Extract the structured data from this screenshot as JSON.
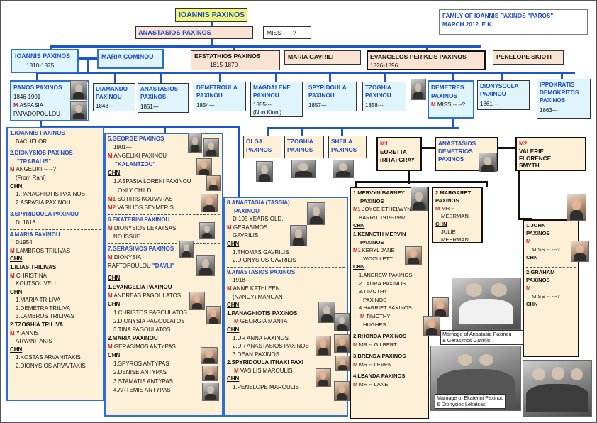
{
  "header": {
    "title_lines": [
      "FAMILY OF IOANNIS PAXINOS \"PAROS\".",
      "MARCH 2012. E.K."
    ]
  },
  "gen1": {
    "root": "IOANNIS PAXINOS",
    "anastasios": "ANASTASIOS PAXINOS",
    "anastasios_spouse": "MISS -- --?"
  },
  "gen2": {
    "ioannis": {
      "name": "IOANNIS PAXINOS",
      "years": "1810-1875"
    },
    "ioannis_spouse": "MARIA COMINOU",
    "efstathios": {
      "name": "EFSTATHIOS PAXINOS",
      "years": "1815-1870"
    },
    "efstathios_spouse": "MARIA GAVRILI",
    "evangelos": {
      "name": "EVANGELOS PERIKLIS  PAXINOS",
      "years": "1826-1896"
    },
    "evangelos_spouse": "PENELOPE SKIOTI"
  },
  "gen3": {
    "panos": {
      "name": "PANOS PAXINOS",
      "years": "1846-1901",
      "m": "M",
      "spouse_1": "ASPASIA",
      "spouse_2": "PAPADOPOULOU"
    },
    "diamando": {
      "name_1": "DIAMANDO",
      "name_2": "PAXINOU",
      "years": "1848---"
    },
    "anastasios": {
      "name_1": "ANASTASIOS",
      "name_2": "PAXINOS",
      "years": "1851---"
    },
    "demetroula": {
      "name_1": "DEMETROULA",
      "name_2": "PAXINOU",
      "years": "1854---"
    },
    "magdalene": {
      "name_1": "MAGDALENE",
      "name_2": "PAXINOU",
      "years": "1855---",
      "note": "(Nun Kioni)"
    },
    "spyridoula": {
      "name_1": "SPYRIDOULA",
      "name_2": "PAXINOU",
      "years": "1857---"
    },
    "tzoghia": {
      "name_1": "TZOGHIA",
      "name_2": "PAXINOU",
      "years": "1858---"
    },
    "demetres": {
      "name_1": "DEMETRES",
      "name_2": "PAXINOS",
      "m": "M",
      "spouse": "MISS -- --?"
    },
    "dionysoula": {
      "name_1": "DIONYSOULA",
      "name_2": "PAXINOU",
      "years": "1861---"
    },
    "ippokratis": {
      "name_1": "IPPOKRATIS",
      "name_2": "DEMOKRITOS",
      "name_3": "PAXINOS",
      "years": "1863---"
    }
  },
  "gen4": {
    "olga": {
      "name_1": "OLGA",
      "name_2": "PAXINOS"
    },
    "tzoghia": {
      "name_1": "TZOGHIA",
      "name_2": "PAXINOS"
    },
    "sheila": {
      "name_1": "SHEILA",
      "name_2": "PAXINOS"
    },
    "anastasios_d": {
      "name_1": "ANASTASIOS",
      "name_2": "DEMETRIOS",
      "name_3": "PAXINOS"
    },
    "m1": {
      "tag": "M1",
      "name_1": "EURETTA",
      "name_2": "(RITA) GRAY"
    },
    "m2": {
      "tag": "M2",
      "name_1": "VALERIE",
      "name_2": "FLORENCE",
      "name_3": "SMYTH"
    }
  },
  "col1": [
    {
      "type": "h",
      "t": "1.IOANNIS PAXINOS"
    },
    {
      "type": "i",
      "t": "BACHELOR"
    },
    {
      "type": "sep"
    },
    {
      "type": "h",
      "t": "2.DIONYSIOS PAXINOS"
    },
    {
      "type": "h",
      "t": "\"TRABALIS\"",
      "indent": true
    },
    {
      "type": "m",
      "m": "M",
      "t": "ANGELIKI -- --?"
    },
    {
      "type": "i",
      "t": "(From Rahi)"
    },
    {
      "type": "c",
      "t": "CHN"
    },
    {
      "type": "i",
      "t": "1.PANAGHIOTIS PAXINOS"
    },
    {
      "type": "i",
      "t": "2.ASPASIA PAXINOU"
    },
    {
      "type": "sep"
    },
    {
      "type": "h",
      "t": "3.SPYRIDOULA PAXINOU"
    },
    {
      "type": "i",
      "t": "D. 1818"
    },
    {
      "type": "sep"
    },
    {
      "type": "h",
      "t": "4.MARIA PAXINOU"
    },
    {
      "type": "i",
      "t": "D1954"
    },
    {
      "type": "m",
      "m": "M",
      "t": "LAMBROS TRILIVAS"
    },
    {
      "type": "c",
      "t": "CHN"
    },
    {
      "type": "b",
      "t": "1.ILIAS TRILIVAS"
    },
    {
      "type": "m",
      "m": "M",
      "t": "CHRISTINA"
    },
    {
      "type": "i",
      "t": "KOUTSOUVELI"
    },
    {
      "type": "c",
      "t": "CHN"
    },
    {
      "type": "i",
      "t": "1.MARIA TRILIVA"
    },
    {
      "type": "i",
      "t": "2.DEMETRA TRILIVA"
    },
    {
      "type": "i",
      "t": "3.LAMBROS TRILIVAS"
    },
    {
      "type": "b",
      "t": "2.TZOGHIA TRILIVA"
    },
    {
      "type": "m",
      "m": "M",
      "t": "YIANNIS"
    },
    {
      "type": "i",
      "t": "ARVANITAKIS"
    },
    {
      "type": "c",
      "t": "CHN"
    },
    {
      "type": "i",
      "t": "1.KOSTAS ARVANITAKIS"
    },
    {
      "type": "i",
      "t": "2.DIONYSIOS ARVA/TAKIS"
    }
  ],
  "col2": [
    {
      "type": "h",
      "t": "5.GEORGE PAXINOS"
    },
    {
      "type": "i",
      "t": "1901---"
    },
    {
      "type": "m",
      "m": "M",
      "t": "ANGELIKI PAXINOU"
    },
    {
      "type": "h",
      "t": "\"KALANTZOU\"",
      "indent": true
    },
    {
      "type": "c",
      "t": "CHN"
    },
    {
      "type": "i",
      "t": "1.ASPASIA LORENI PAXINOU"
    },
    {
      "type": "i",
      "t": "ONLY CHILD",
      "indent": true
    },
    {
      "type": "m",
      "m": "M1",
      "t": "SOTIRIS KOUVARAS"
    },
    {
      "type": "m",
      "m": "M2",
      "t": "VASILIOS SEYMERIS"
    },
    {
      "type": "sep"
    },
    {
      "type": "h",
      "t": "6.EKATERINI PAXINOU"
    },
    {
      "type": "m",
      "m": "M",
      "t": "DIONYSIOS  LEKATSAS"
    },
    {
      "type": "i",
      "t": "NO ISSUE"
    },
    {
      "type": "sep"
    },
    {
      "type": "h",
      "t": "7.GERASIMOS PAXINOS"
    },
    {
      "type": "m",
      "m": "M",
      "t": "DIONYSIA"
    },
    {
      "type": "mix",
      "t": "RAFTOPOULOU ",
      "h": "\"DAVLI\""
    },
    {
      "type": "gap"
    },
    {
      "type": "c",
      "t": "CHN"
    },
    {
      "type": "b",
      "t": "1.EVANGELIA PAXINOU"
    },
    {
      "type": "m",
      "m": "M",
      "t": "ANDREAS PAGOULATOS"
    },
    {
      "type": "c",
      "t": "CHN"
    },
    {
      "type": "i",
      "t": "1.CHRISTOS PAGOULATOS"
    },
    {
      "type": "i",
      "t": "2.DIONYSIA PAGOULATOS"
    },
    {
      "type": "i",
      "t": "3.TINA PAGOULATOS"
    },
    {
      "type": "b",
      "t": "2.MARIA PAXINOU"
    },
    {
      "type": "m",
      "m": "M",
      "t": "GERASIMOS  ANTYPAS"
    },
    {
      "type": "c",
      "t": "CHN"
    },
    {
      "type": "i",
      "t": "1.SPYROS   ANTYPAS"
    },
    {
      "type": "i",
      "t": "2.DENISE    ANTYPAS"
    },
    {
      "type": "i",
      "t": "3.STAMATIS ANTYPAS"
    },
    {
      "type": "i",
      "t": "4.ARTEMIS  ANTYPAS"
    }
  ],
  "col3": [
    {
      "type": "h",
      "t": "8.ANASTASIA (TASSIA)"
    },
    {
      "type": "h",
      "t": "PAXINOU",
      "indent": true
    },
    {
      "type": "i",
      "t": "D 105 YEARS OLD."
    },
    {
      "type": "m",
      "m": "M",
      "t": "GERASIMOS"
    },
    {
      "type": "i",
      "t": "GAVRILIS"
    },
    {
      "type": "c",
      "t": "CHN"
    },
    {
      "type": "i",
      "t": "1.THOMAS GAVRILIS"
    },
    {
      "type": "i",
      "t": "2.DIONYSIOS GAVRILIS"
    },
    {
      "type": "sep"
    },
    {
      "type": "h",
      "t": "9.ANASTASIOS PAXINOS"
    },
    {
      "type": "i",
      "t": "1918---"
    },
    {
      "type": "m",
      "m": "M",
      "t": "ANNE KATHLEEN"
    },
    {
      "type": "i",
      "t": "(NANCY)  MANGAN"
    },
    {
      "type": "c",
      "t": "CHN"
    },
    {
      "type": "b",
      "t": "1.PANAGHIOTIS PAXINOS"
    },
    {
      "type": "m",
      "m": "M",
      "t": "GEORGIA MANTA",
      "indent": true
    },
    {
      "type": "c",
      "t": "CHN"
    },
    {
      "type": "i",
      "t": "1.DR ANNA PAXINOS"
    },
    {
      "type": "i",
      "t": "2.DR ANASTASIOS PAXINOS"
    },
    {
      "type": "i",
      "t": "3.DEAN PAXINOS"
    },
    {
      "type": "b",
      "t": "2.SPYRIDOULA ITHAKI PAXI"
    },
    {
      "type": "m",
      "m": "M",
      "t": "VASILIS MAROULIS",
      "indent": true
    },
    {
      "type": "c",
      "t": "CHN"
    },
    {
      "type": "i",
      "t": "1.PENELOPE MAROULIS"
    }
  ],
  "col4": [
    {
      "type": "b",
      "t": "1.MERVYN BARNEY"
    },
    {
      "type": "b",
      "t": "PAXINOS",
      "indent": true
    },
    {
      "type": "m",
      "m": "M1",
      "t": "JOYCE ETHELWYN"
    },
    {
      "type": "i",
      "t": "BARRIT 1919-1997"
    },
    {
      "type": "c",
      "t": "CHN"
    },
    {
      "type": "b",
      "t": "1.KENNETH MERVIN"
    },
    {
      "type": "b",
      "t": "PAXINOS",
      "indent": true
    },
    {
      "type": "m",
      "m": "M1",
      "t": "KERYL JANE"
    },
    {
      "type": "i",
      "t": "WOOLLETT",
      "indent": true
    },
    {
      "type": "c",
      "t": "CHN"
    },
    {
      "type": "i",
      "t": "1.ANDREW PAXINOS"
    },
    {
      "type": "i",
      "t": "2.LAURA PAXINOS"
    },
    {
      "type": "i",
      "t": "3.TIMOTHY"
    },
    {
      "type": "i",
      "t": "PAXINOS",
      "indent": true
    },
    {
      "type": "i",
      "t": "4.HARRIET PAXINOS"
    },
    {
      "type": "m",
      "m": "M",
      "t": "TIMOTHY",
      "indent": true
    },
    {
      "type": "i",
      "t": "HUGHES",
      "indent": true
    },
    {
      "type": "gap"
    },
    {
      "type": "b",
      "t": "2.RHONDA PAXINOS"
    },
    {
      "type": "m",
      "m": "M",
      "t": "MR -- GILBERT"
    },
    {
      "type": "gap"
    },
    {
      "type": "b",
      "t": "3.BRENDA PAXINOS"
    },
    {
      "type": "m",
      "m": "M",
      "t": "MR -- LEVEN"
    },
    {
      "type": "gap"
    },
    {
      "type": "b",
      "t": "4.LEANDA PAXINOS"
    },
    {
      "type": "m",
      "m": "M",
      "t": "MR -- LANE"
    }
  ],
  "col5": [
    {
      "type": "b",
      "t": "2.MARGARET"
    },
    {
      "type": "b",
      "t": "PAXINOS"
    },
    {
      "type": "m",
      "m": "M",
      "t": "MR --"
    },
    {
      "type": "i",
      "t": "MEERMAN"
    },
    {
      "type": "c",
      "t": "CHN"
    },
    {
      "type": "i",
      "t": "JULIE"
    },
    {
      "type": "i",
      "t": "MEERMAN"
    }
  ],
  "col6": [
    {
      "type": "b",
      "t": "1.JOHN"
    },
    {
      "type": "b",
      "t": "PAXINOS"
    },
    {
      "type": "m",
      "m": "M",
      "t": ""
    },
    {
      "type": "i",
      "t": "MISS -- ---?"
    },
    {
      "type": "c",
      "t": "CHN"
    },
    {
      "type": "gap"
    },
    {
      "type": "sep"
    },
    {
      "type": "b",
      "t": "2.GRAHAM"
    },
    {
      "type": "b",
      "t": "PAXINOS"
    },
    {
      "type": "m",
      "m": "M",
      "t": ""
    },
    {
      "type": "i",
      "t": "MISS -- ---?"
    },
    {
      "type": "c",
      "t": "CHN"
    }
  ],
  "captions": {
    "tassia": [
      "Marriage of Anastasia Paxinou",
      "& Gerasimos Gavrilis"
    ],
    "ekaterini": [
      "Marriage of Ekaterini Paxinou",
      "& Dionysios Lekatsas"
    ]
  },
  "colors": {
    "blue_text": "#1a4bc4",
    "red_marker": "#d12020",
    "connector": "#1a56c9",
    "yellow": "#f1f57a",
    "salmon": "#fbe3d3",
    "cyan": "#dff4fb",
    "beige": "#fdf0d6"
  }
}
